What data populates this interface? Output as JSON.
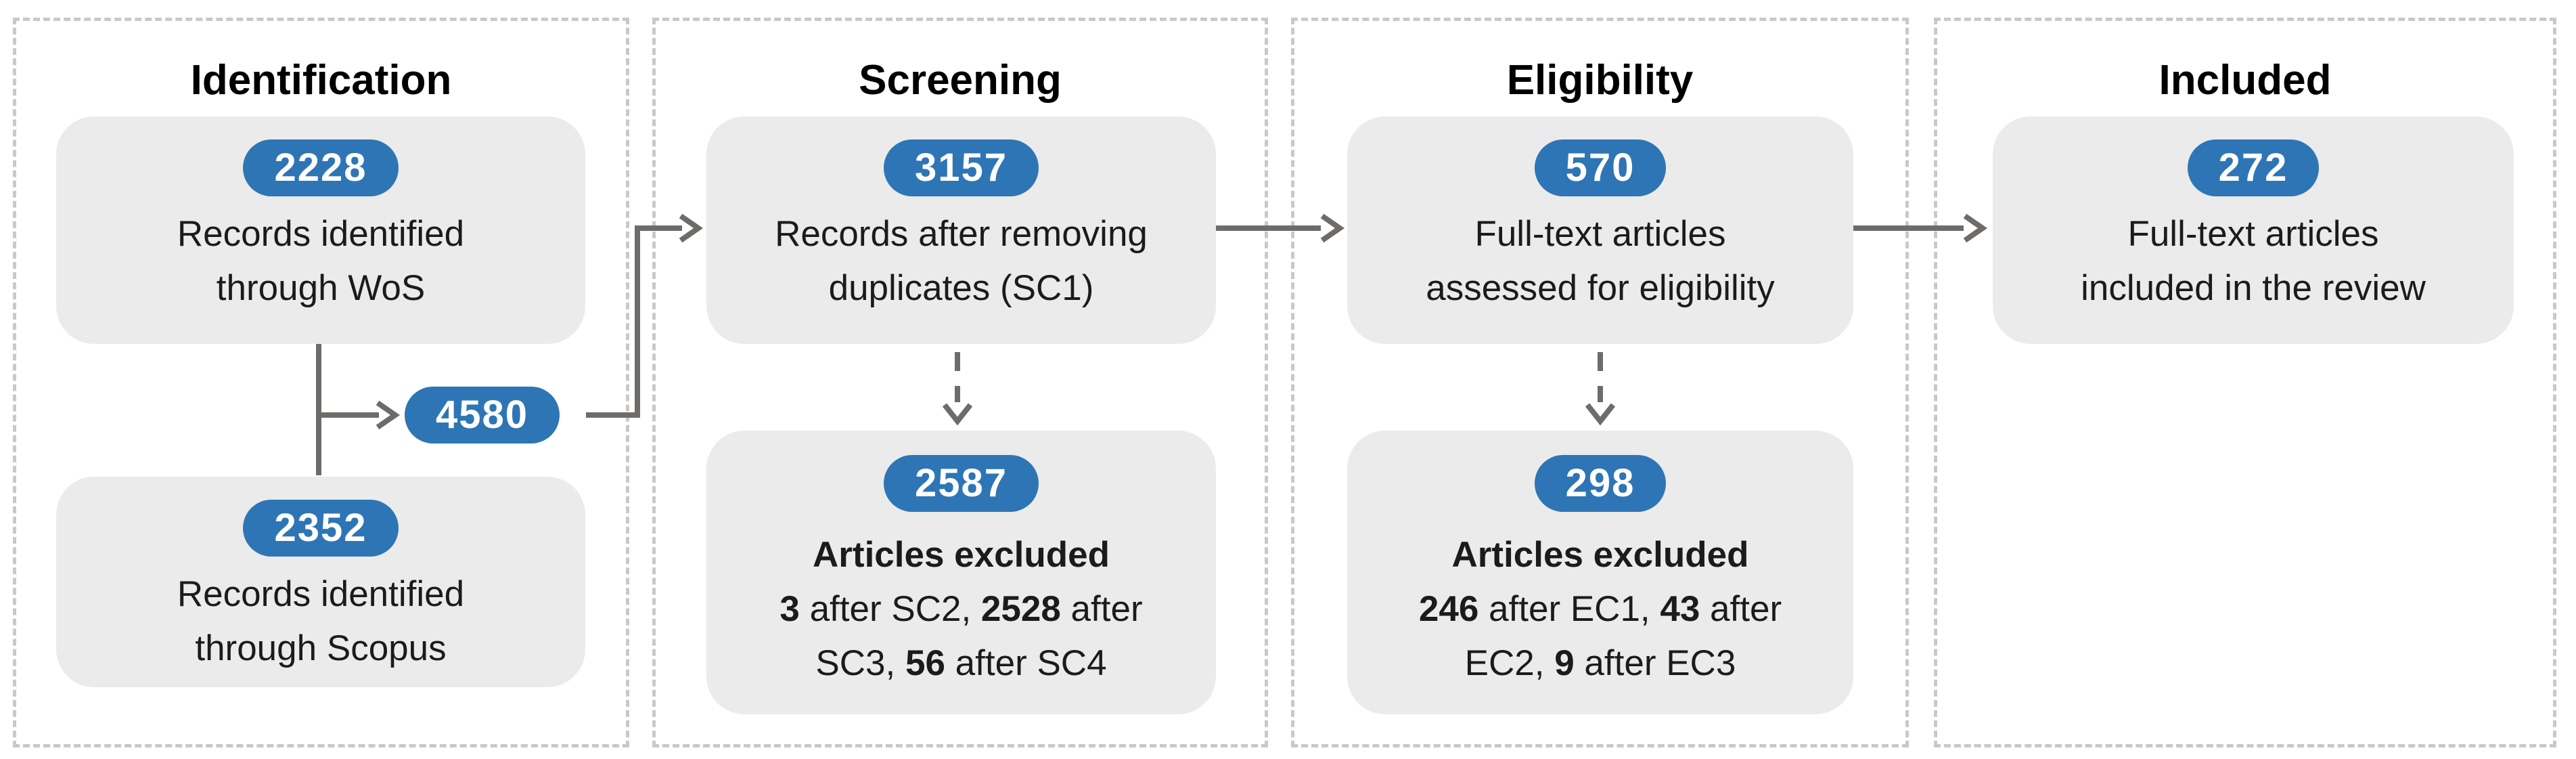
{
  "title": "PRISMA literature selection flow diagram",
  "colors": {
    "accent_blue": "#2e75b5",
    "box_fill": "#ebebeb",
    "connector_gray": "#6f6b68",
    "dashed_border_gray": "#c9c9c9",
    "text_dark": "#1b1b1b",
    "badge_text": "#ffffff"
  },
  "merge_badge": {
    "value": "4580"
  },
  "columns": [
    {
      "header": "Identification",
      "boxes": [
        {
          "badge": "2228",
          "lines": [
            "Records identified",
            "through WoS"
          ]
        },
        {
          "badge": "2352",
          "lines": [
            "Records identified",
            "through Scopus"
          ]
        }
      ]
    },
    {
      "header": "Screening",
      "boxes": [
        {
          "badge": "3157",
          "lines": [
            "Records after removing",
            "duplicates (SC1)"
          ]
        },
        {
          "badge": "2587",
          "lines": [
            [
              {
                "t": "Articles excluded",
                "b": true
              }
            ],
            [
              {
                "t": "3",
                "b": true
              },
              {
                "t": " after SC2, "
              },
              {
                "t": "2528",
                "b": true
              },
              {
                "t": " after"
              }
            ],
            [
              {
                "t": "SC3, "
              },
              {
                "t": "56",
                "b": true
              },
              {
                "t": " after SC4"
              }
            ]
          ]
        }
      ]
    },
    {
      "header": "Eligibility",
      "boxes": [
        {
          "badge": "570",
          "lines": [
            "Full-text articles",
            "assessed for eligibility"
          ]
        },
        {
          "badge": "298",
          "lines": [
            [
              {
                "t": "Articles excluded",
                "b": true
              }
            ],
            [
              {
                "t": "246",
                "b": true
              },
              {
                "t": " after EC1, "
              },
              {
                "t": "43",
                "b": true
              },
              {
                "t": " after"
              }
            ],
            [
              {
                "t": "EC2, "
              },
              {
                "t": "9",
                "b": true
              },
              {
                "t": " after EC3"
              }
            ]
          ]
        }
      ]
    },
    {
      "header": "Included",
      "boxes": [
        {
          "badge": "272",
          "lines": [
            "Full-text articles",
            "included in the review"
          ]
        }
      ]
    }
  ]
}
